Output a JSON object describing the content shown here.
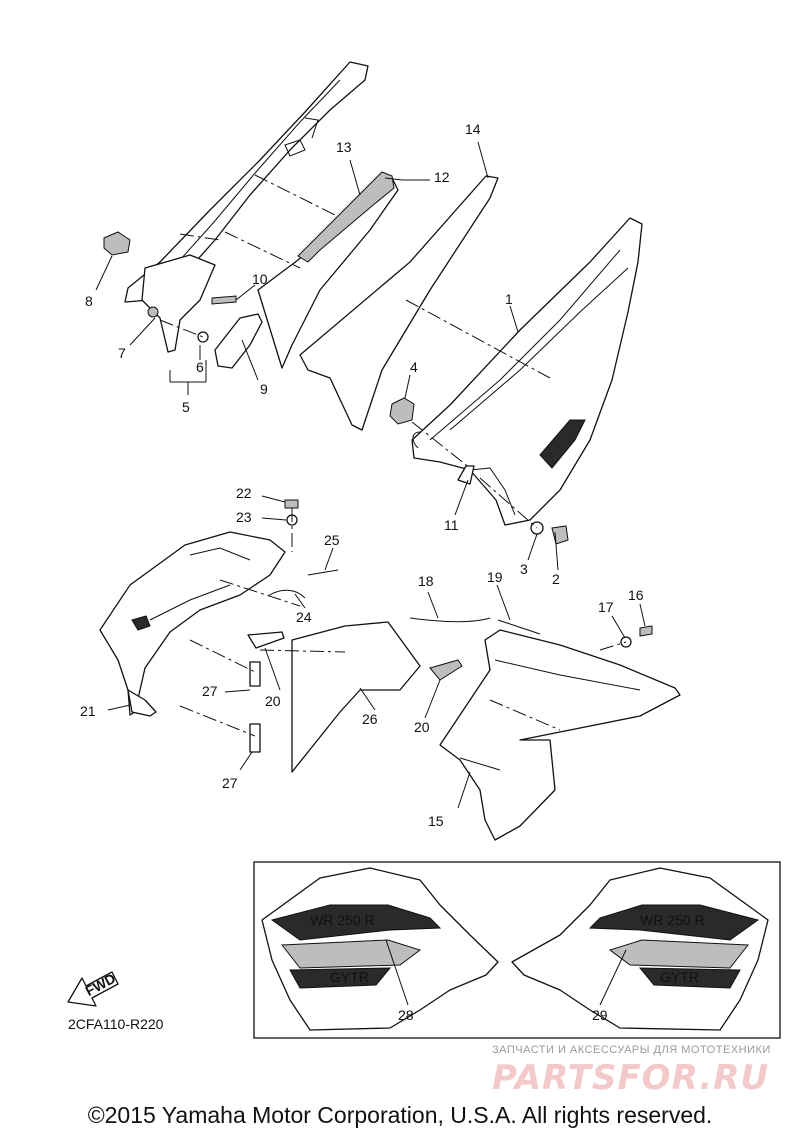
{
  "callouts": {
    "c1": "1",
    "c2": "2",
    "c3": "3",
    "c4": "4",
    "c5": "5",
    "c6": "6",
    "c7": "7",
    "c8": "8",
    "c9": "9",
    "c10": "10",
    "c11": "11",
    "c12": "12",
    "c13": "13",
    "c14": "14",
    "c15": "15",
    "c16": "16",
    "c17": "17",
    "c18": "18",
    "c19": "19",
    "c20a": "20",
    "c20b": "20",
    "c21": "21",
    "c22": "22",
    "c23": "23",
    "c24": "24",
    "c25": "25",
    "c26": "26",
    "c27a": "27",
    "c27b": "27",
    "c28": "28",
    "c29": "29"
  },
  "fwd_arrow": "FWD",
  "diagram_code": "2CFA110-R220",
  "watermark": {
    "tagline": "ЗАПЧАСТИ И АКСЕССУАРЫ ДЛЯ МОТОТЕХНИКИ",
    "logo": "PARTSFOR.RU"
  },
  "decal_text": {
    "model": "WR 250 R",
    "brand": "GYTR"
  },
  "copyright": "©2015 Yamaha Motor Corporation, U.S.A. All rights reserved."
}
